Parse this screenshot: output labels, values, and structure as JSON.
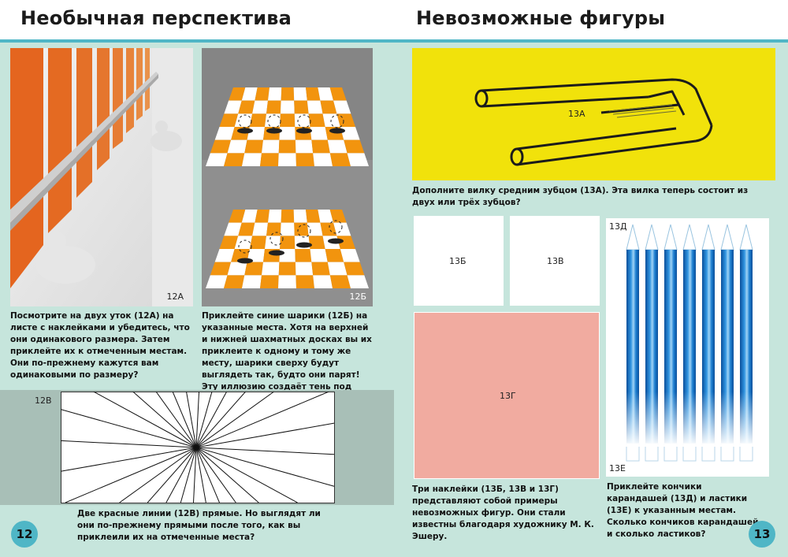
{
  "left_page": {
    "title": "Необычная перспектива",
    "page_number": "12",
    "fig_12a_label": "12А",
    "fig_12b_label": "12Б",
    "fig_12v_label": "12В",
    "caption_12a": "Посмотрите на двух уток (12А) на листе с наклейками и убедитесь, что они одинакового размера. Затем приклейте их к отмеченным местам. Они по-прежнему кажутся вам одинаковыми по размеру?",
    "caption_12b": "Приклейте синие шарики (12Б) на указанные места. Хотя на верхней и нижней шахматных досках вы их приклеите к одному и тому же месту, шарики сверху будут выглядеть так, будто они парят! Эту иллюзию создаёт тень под шариками.",
    "caption_12v": "Две красные линии (12В) прямые. Но выглядят ли они по-прежнему прямыми после того, как вы приклеили их на отмеченные места?"
  },
  "right_page": {
    "title": "Невозможные фигуры",
    "page_number": "13",
    "fig_13a_label": "13А",
    "fig_13b_label": "13Б",
    "fig_13v_label": "13В",
    "fig_13g_label": "13Г",
    "fig_13d_label": "13Д",
    "fig_13e_label": "13Е",
    "caption_13a": "Дополните вилку средним зубцом (13А). Эта вилка теперь состоит из двух или трёх зубцов?",
    "caption_13bvg": "Три наклейки (13Б, 13В и 13Г) представляют собой примеры невозможных фигур. Они стали известны благодаря художнику М. К. Эшеру.",
    "caption_13de": "Приклейте кончики карандашей (13Д) и ластики (13Е) к указанным местам. Сколько кончиков карандашей и сколько ластиков?"
  },
  "colors": {
    "background": "#c6e5dc",
    "header_stripe": "#4fb6c6",
    "orange_panel": "#e4651f",
    "checker_orange": "#f2940e",
    "yellow_panel": "#f1e20b",
    "pink_panel": "#f1aba0",
    "pencil_blue": "#1c7fd1"
  }
}
